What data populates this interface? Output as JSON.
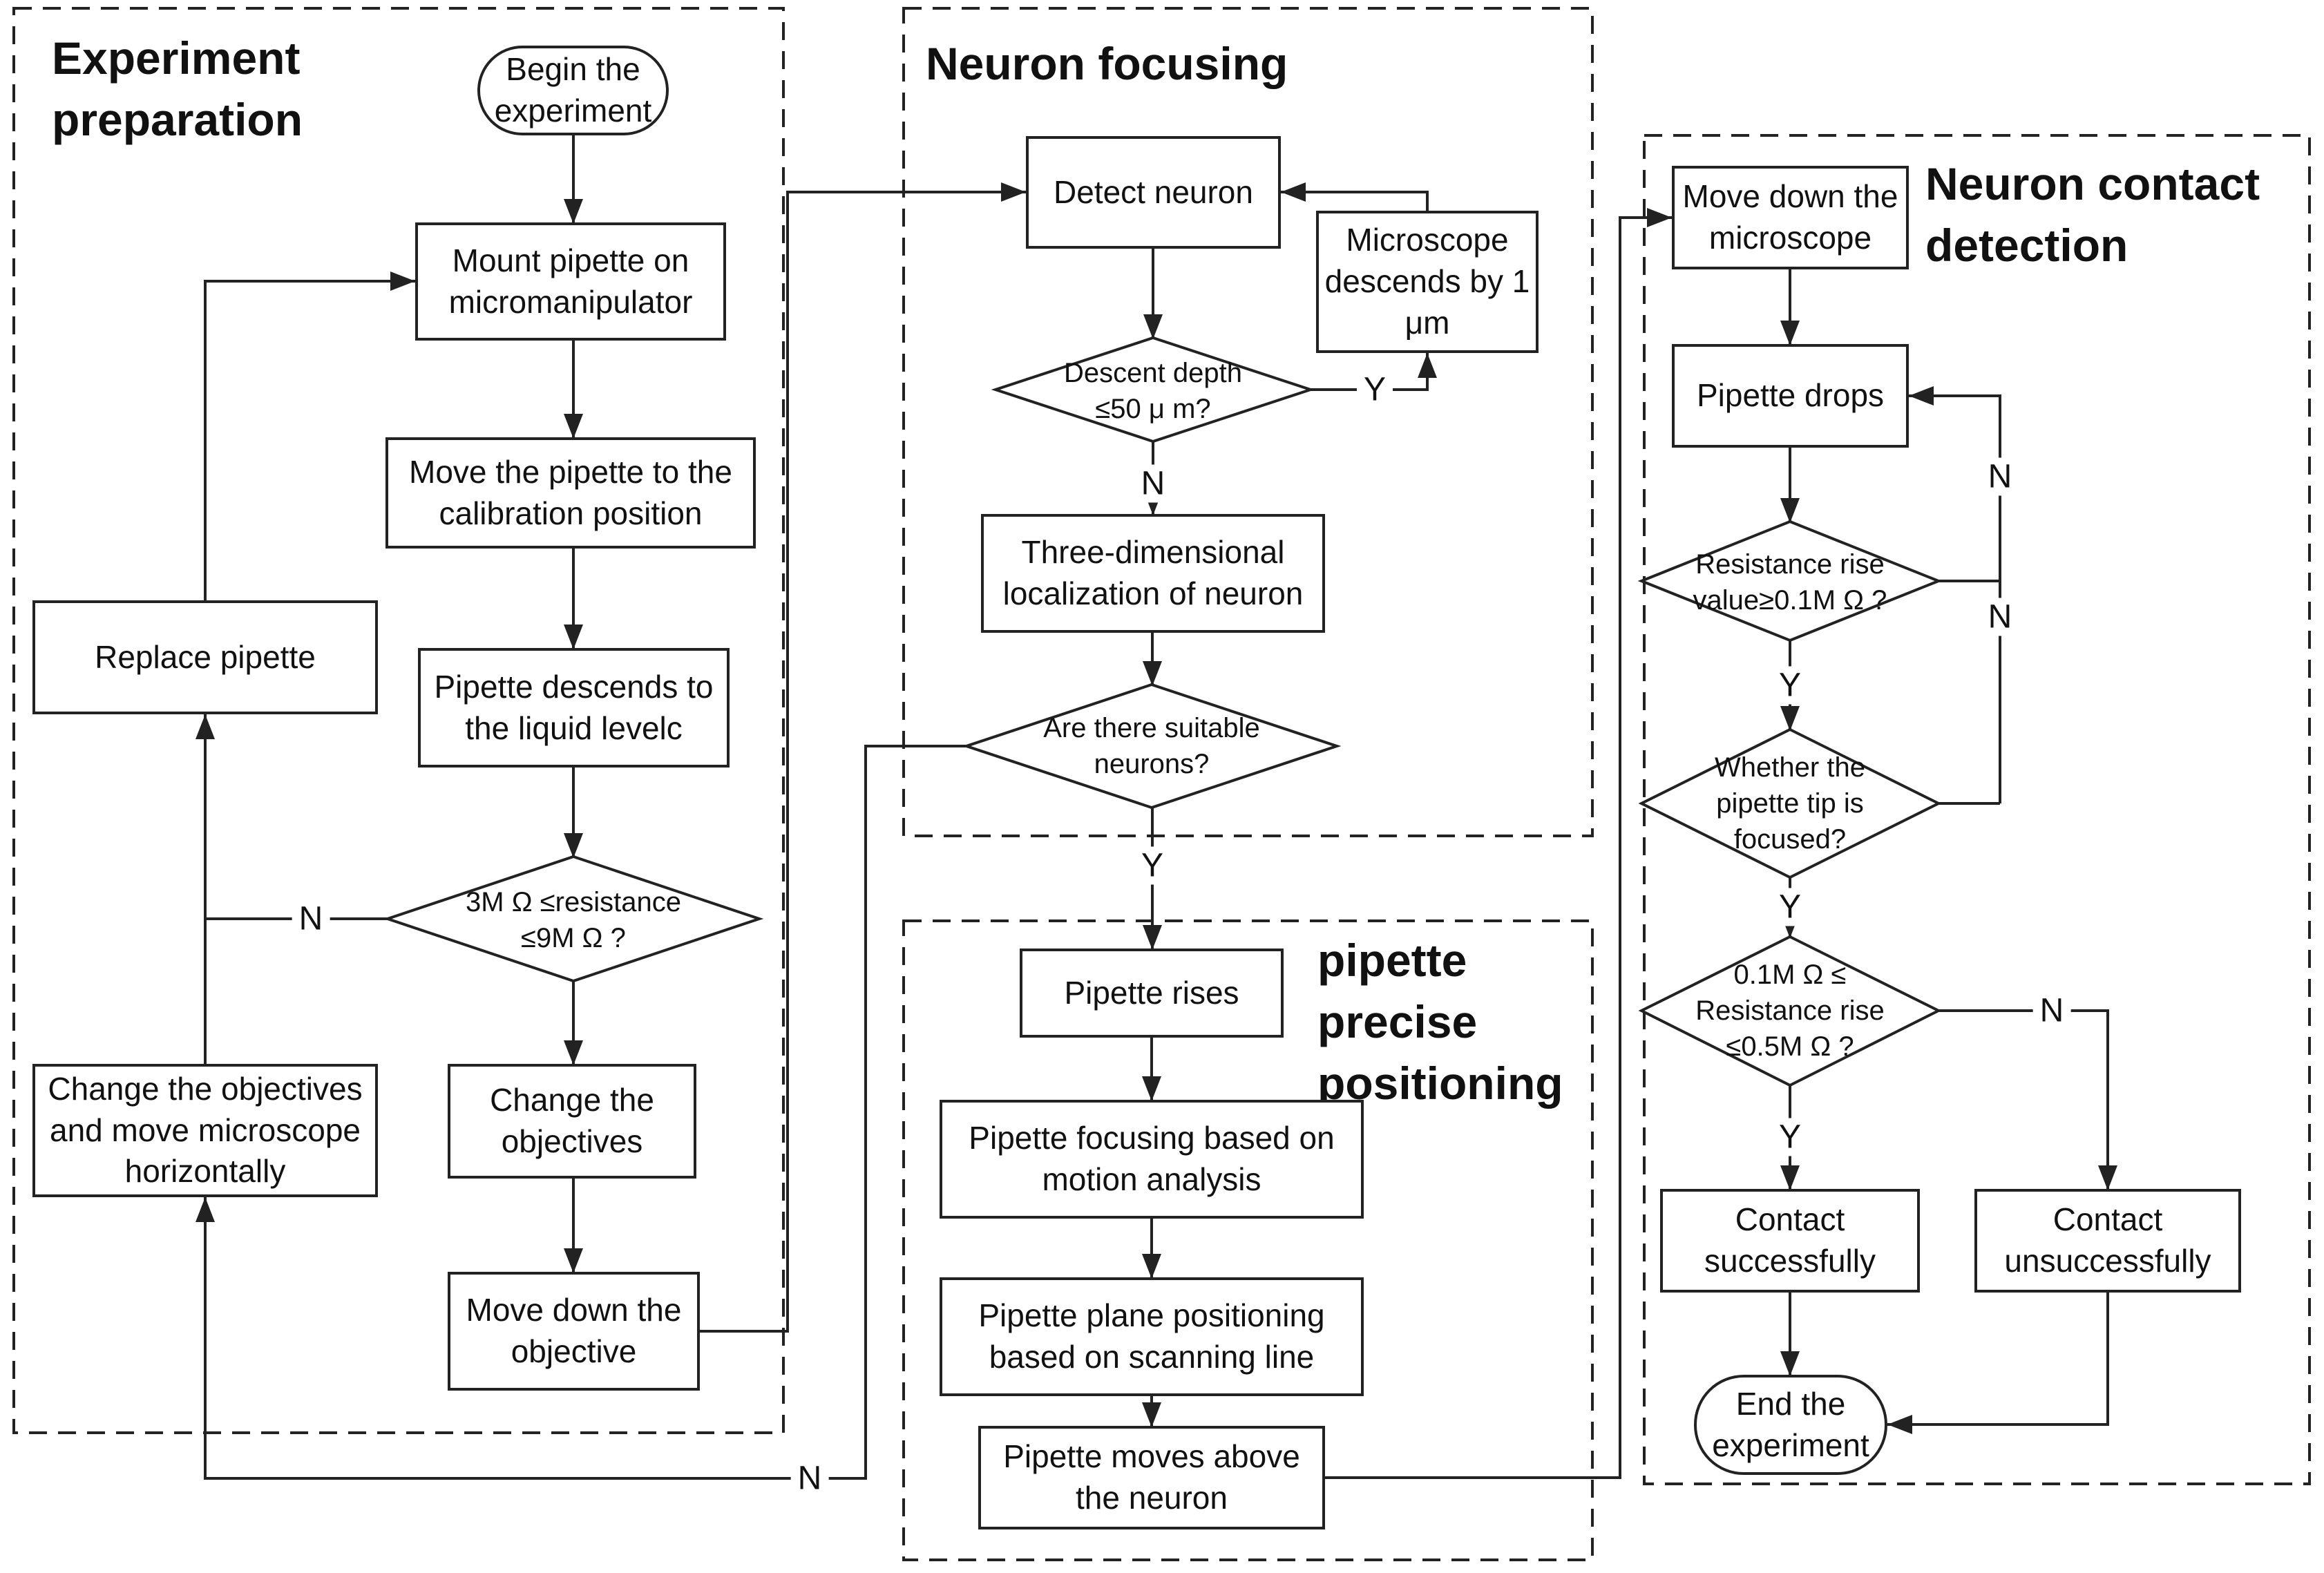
{
  "colors": {
    "ink": "#222222",
    "background": "#ffffff"
  },
  "sections": {
    "experiment_preparation": {
      "title": "Experiment\npreparation"
    },
    "neuron_focusing": {
      "title": "Neuron focusing"
    },
    "pipette_precise_positioning": {
      "title": "pipette\nprecise\npositioning"
    },
    "neuron_contact_detection": {
      "title": "Neuron contact\ndetection"
    }
  },
  "nodes": {
    "begin": "Begin the\nexperiment",
    "mount_pipette": "Mount pipette on\nmicromanipulator",
    "move_to_calibration": "Move the pipette to the\ncalibration position",
    "pipette_descends": "Pipette descends to\nthe liquid levelc",
    "resistance_check": "3M Ω ≤resistance\n≤9M Ω ?",
    "change_objectives": "Change the\nobjectives",
    "move_down_objective": "Move down the\nobjective",
    "replace_pipette": "Replace pipette",
    "change_objectives_horizontally": "Change the objectives\nand move microscope\nhorizontally",
    "detect_neuron": "Detect neuron",
    "microscope_descends": "Microscope\ndescends by 1\nμm",
    "descent_depth_check": "Descent depth\n≤50 μ m?",
    "three_dimensional_localization": "Three-dimensional\nlocalization of neuron",
    "suitable_neurons_check": "Are there suitable\nneurons?",
    "pipette_rises": "Pipette rises",
    "pipette_focusing": "Pipette focusing based on\nmotion analysis",
    "pipette_plane_positioning": "Pipette plane positioning\nbased on scanning line",
    "pipette_moves_above": "Pipette moves above\nthe neuron",
    "move_down_microscope": "Move down the\nmicroscope",
    "pipette_drops": "Pipette drops",
    "resistance_rise_check": "Resistance rise\nvalue≥0.1M Ω ?",
    "tip_focused_check": "Whether the\npipette tip is\nfocused?",
    "resistance_rise_range_check": "0.1M Ω ≤\nResistance rise\n≤0.5M Ω ?",
    "contact_successfully": "Contact\nsuccessfully",
    "contact_unsuccessfully": "Contact\nunsuccessfully",
    "end": "End the\nexperiment"
  },
  "edge_labels": {
    "resistance_check_no": "N",
    "descent_depth_yes": "Y",
    "descent_depth_no": "N",
    "suitable_neurons_yes": "Y",
    "suitable_neurons_no": "N",
    "pipette_drops_loop_no": "N",
    "resistance_rise_no": "N",
    "resistance_rise_yes": "Y",
    "tip_focused_yes": "Y",
    "range_yes": "Y",
    "range_no": "N"
  }
}
